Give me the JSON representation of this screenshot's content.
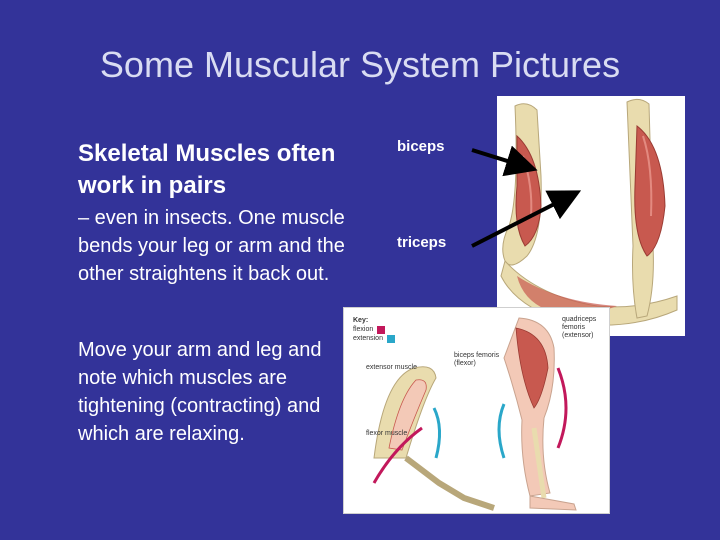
{
  "slide": {
    "title": "Some Muscular System Pictures",
    "heading": "Skeletal Muscles often work in pairs",
    "paragraph1": "– even in insects.  One muscle bends your leg or arm and the other straightens it back out.",
    "paragraph2": "Move your arm and leg and note which muscles are tightening (contracting) and which are relaxing."
  },
  "arm_figure": {
    "biceps_label": "biceps",
    "triceps_label": "triceps"
  },
  "leg_figure": {
    "key_title": "Key:",
    "key_flexion": "flexion",
    "key_extension": "extension",
    "label_quadriceps": "quadriceps femoris (extensor)",
    "label_biceps_femoris": "biceps femoris (flexor)",
    "label_extensor_muscle": "extensor muscle",
    "label_flexor_muscle": "flexor muscle"
  },
  "colors": {
    "background": "#333399",
    "text": "#ffffff",
    "flexion": "#c2185b",
    "extension": "#2aa7c9",
    "muscle": "#c8594f",
    "bone": "#e9dcae"
  }
}
